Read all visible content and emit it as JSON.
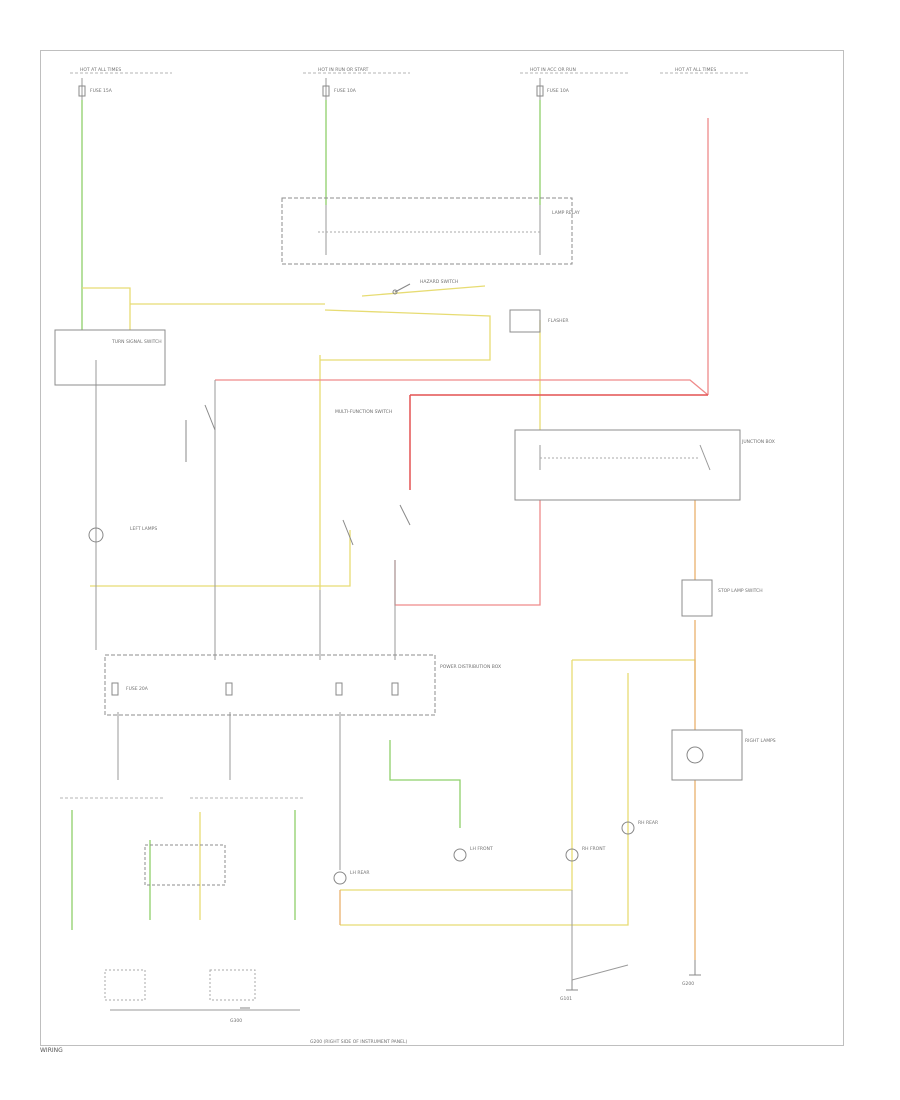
{
  "diagram": {
    "title": "",
    "colors": {
      "wire_green": "#8ed06a",
      "wire_yellow": "#e7dc73",
      "wire_red": "#ef8a8a",
      "wire_orange": "#e9b06d",
      "wire_dark_red": "#e45252",
      "wire_gray": "#9a9a9a",
      "component_outline": "#8c8c8c"
    },
    "labels": {
      "fuse_col1": "HOT AT ALL TIMES",
      "fuse_col2": "HOT IN RUN OR START",
      "fuse_col3": "HOT IN ACC OR RUN",
      "fuse_col4": "HOT AT ALL TIMES",
      "fuse_1": "FUSE 15A",
      "fuse_2": "FUSE 10A",
      "fuse_3": "FUSE 10A",
      "fuse_4": "FUSE 20A",
      "power_dist": "POWER DISTRIBUTION BOX",
      "relay_box": "LAMP RELAY",
      "hazard_switch": "HAZARD SWITCH",
      "turn_signal_sw": "TURN SIGNAL SWITCH",
      "flasher": "FLASHER",
      "multifunction": "MULTI-FUNCTION SWITCH",
      "left_lamps": "LEFT LAMPS",
      "right_lamps": "RIGHT LAMPS",
      "junction_box": "JUNCTION BOX",
      "stop_lamp_sw": "STOP LAMP SWITCH",
      "lamp_lh_front": "LH FRONT",
      "lamp_rh_front": "RH FRONT",
      "lamp_lh_rear": "LH REAR",
      "lamp_rh_rear": "RH REAR",
      "ground_1": "G101",
      "ground_2": "G200",
      "ground_3": "G300",
      "bottom_note": "G200 (RIGHT SIDE OF INSTRUMENT PANEL)"
    },
    "footer": "WIRING"
  }
}
